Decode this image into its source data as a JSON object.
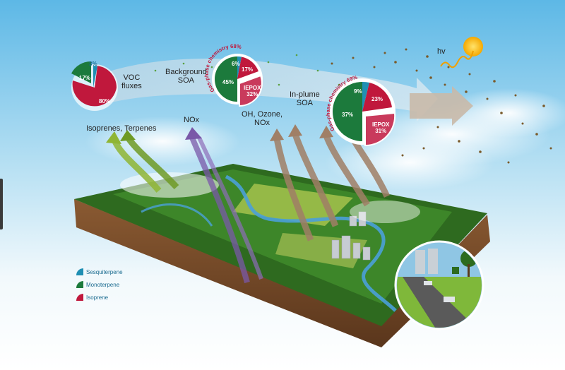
{
  "labels": {
    "voc_fluxes": "VOC\nfluxes",
    "background_soa": "Background\nSOA",
    "inplume_soa": "In-plume\nSOA",
    "isoprenes_terpenes": "Isoprenes, Terpenes",
    "nox": "NOx",
    "oh_ozone_nox": "OH, Ozone,\nNOx",
    "hv": "hv",
    "gas_phase_bg": "Gas-phase chemistry 68%",
    "gas_phase_plume": "Gas-phase chemistry 69%"
  },
  "pies": {
    "voc": {
      "sesquiterpene": "3%",
      "monoterpene": "17%",
      "isoprene": "80%"
    },
    "background": {
      "sesquiterpene": "6%",
      "monoterpene": "45%",
      "isoprene": "17%",
      "iepox": "IEPOX\n32%"
    },
    "inplume": {
      "sesquiterpene": "9%",
      "monoterpene": "37%",
      "isoprene": "23%",
      "iepox": "IEPOX\n31%"
    }
  },
  "legend": [
    {
      "label": "Sesquiterpene",
      "color": "#1f8fb3"
    },
    {
      "label": "Monoterpene",
      "color": "#1c7a3c"
    },
    {
      "label": "Isoprene",
      "color": "#c0183c"
    }
  ],
  "colors": {
    "sesquiterpene": "#1f8fb3",
    "monoterpene": "#1c7a3c",
    "isoprene": "#c0183c",
    "iepox": "#c93a5c",
    "sky": "#6ec3ea"
  }
}
